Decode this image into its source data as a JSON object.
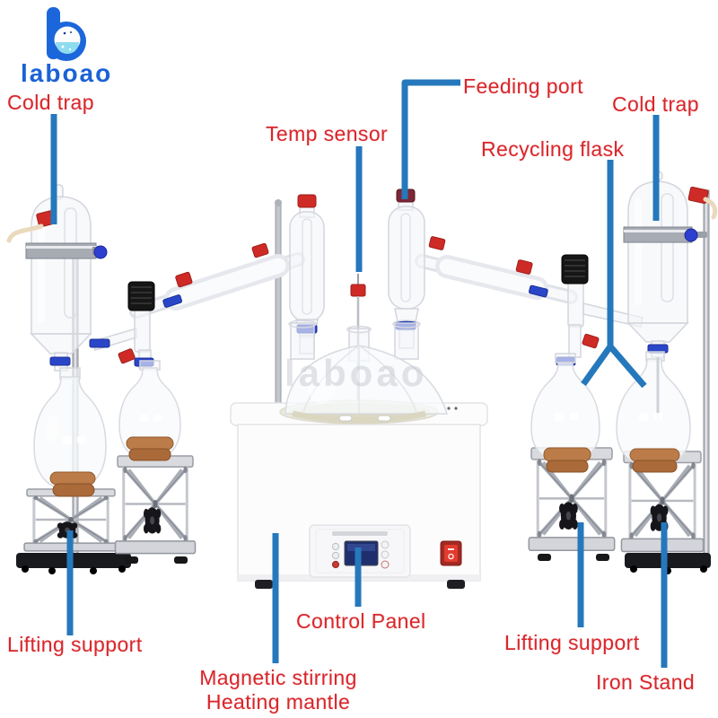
{
  "brand": {
    "name": "laboao"
  },
  "watermark": "laboao",
  "labels": {
    "cold_trap_left": "Cold trap",
    "feeding_port": "Feeding port",
    "temp_sensor": "Temp sensor",
    "recycling_flask": "Recycling flask",
    "cold_trap_right": "Cold trap",
    "control_panel": "Control Panel",
    "lifting_support_left": "Lifting support",
    "magnetic_stirring": [
      "Magnetic stirring",
      "Heating mantle"
    ],
    "lifting_support_right": "Lifting support",
    "iron_stand": "Iron Stand"
  },
  "colors": {
    "label_red": "#d9262b",
    "leader_blue": "#2678bc",
    "logo_blue": "#1b62d5",
    "cork_brown": "#b97a45",
    "lcd_navy": "#1f2f6e",
    "switch_red": "#e23b2e"
  }
}
